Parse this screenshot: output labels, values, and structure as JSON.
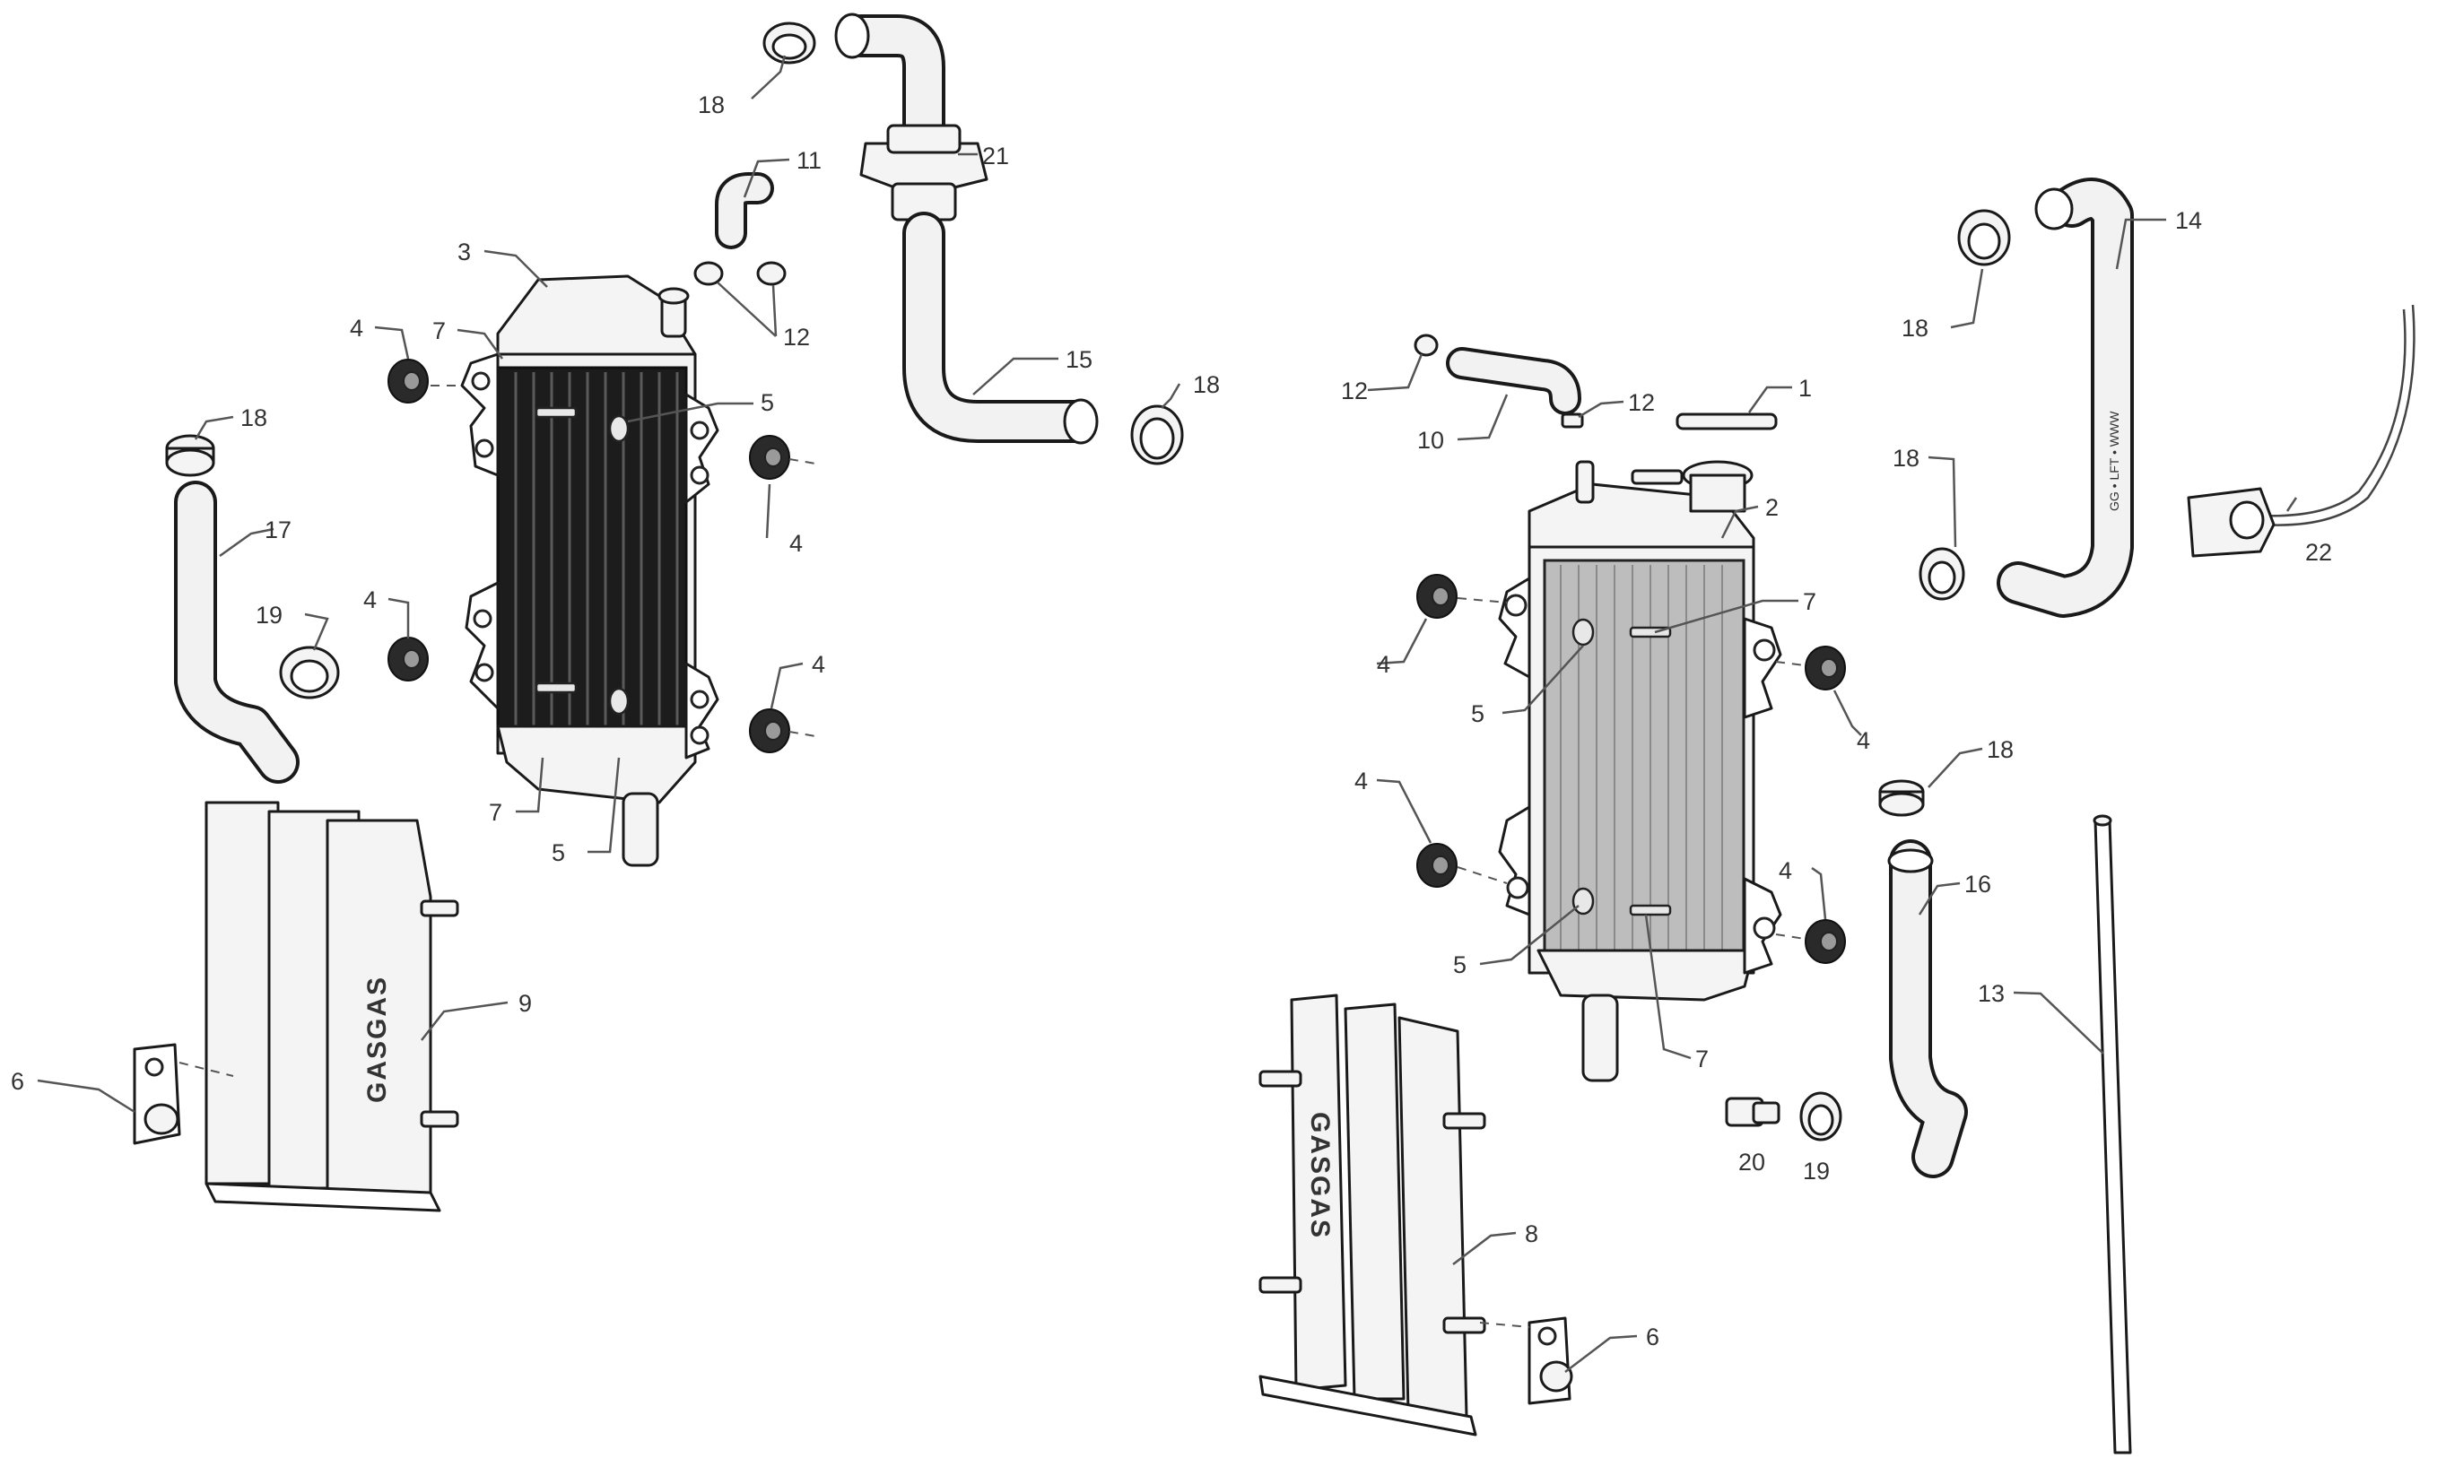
{
  "callouts": [
    {
      "id": "c-18a",
      "text": "18"
    },
    {
      "id": "c-21",
      "text": "21"
    },
    {
      "id": "c-11",
      "text": "11"
    },
    {
      "id": "c-3",
      "text": "3"
    },
    {
      "id": "c-12a",
      "text": "12"
    },
    {
      "id": "c-4a",
      "text": "4"
    },
    {
      "id": "c-7a",
      "text": "7"
    },
    {
      "id": "c-5a",
      "text": "5"
    },
    {
      "id": "c-15",
      "text": "15"
    },
    {
      "id": "c-18b",
      "text": "18"
    },
    {
      "id": "c-18c",
      "text": "18"
    },
    {
      "id": "c-17",
      "text": "17"
    },
    {
      "id": "c-4b",
      "text": "4"
    },
    {
      "id": "c-19a",
      "text": "19"
    },
    {
      "id": "c-4c",
      "text": "4"
    },
    {
      "id": "c-4d",
      "text": "4"
    },
    {
      "id": "c-7b",
      "text": "7"
    },
    {
      "id": "c-5b",
      "text": "5"
    },
    {
      "id": "c-9",
      "text": "9"
    },
    {
      "id": "c-6a",
      "text": "6"
    },
    {
      "id": "c-14",
      "text": "14"
    },
    {
      "id": "c-18d",
      "text": "18"
    },
    {
      "id": "c-12b",
      "text": "12"
    },
    {
      "id": "c-12c",
      "text": "12"
    },
    {
      "id": "c-1",
      "text": "1"
    },
    {
      "id": "c-10",
      "text": "10"
    },
    {
      "id": "c-2",
      "text": "2"
    },
    {
      "id": "c-18e",
      "text": "18"
    },
    {
      "id": "c-22",
      "text": "22"
    },
    {
      "id": "c-4e",
      "text": "4"
    },
    {
      "id": "c-7c",
      "text": "7"
    },
    {
      "id": "c-5c",
      "text": "5"
    },
    {
      "id": "c-4f",
      "text": "4"
    },
    {
      "id": "c-18f",
      "text": "18"
    },
    {
      "id": "c-4g",
      "text": "4"
    },
    {
      "id": "c-16",
      "text": "16"
    },
    {
      "id": "c-4h",
      "text": "4"
    },
    {
      "id": "c-5d",
      "text": "5"
    },
    {
      "id": "c-13",
      "text": "13"
    },
    {
      "id": "c-7d",
      "text": "7"
    },
    {
      "id": "c-20",
      "text": "20"
    },
    {
      "id": "c-19b",
      "text": "19"
    },
    {
      "id": "c-8",
      "text": "8"
    },
    {
      "id": "c-6b",
      "text": "6"
    }
  ],
  "logos": {
    "guard_left": "GASGAS",
    "guard_right": "GASGAS"
  },
  "hose_print": "GG • LFT • WWW",
  "colors": {
    "line": "#1a1a1a",
    "core_dark": "#1c1c1c",
    "core_light": "#bdbdbd",
    "callout_text": "#333333"
  }
}
